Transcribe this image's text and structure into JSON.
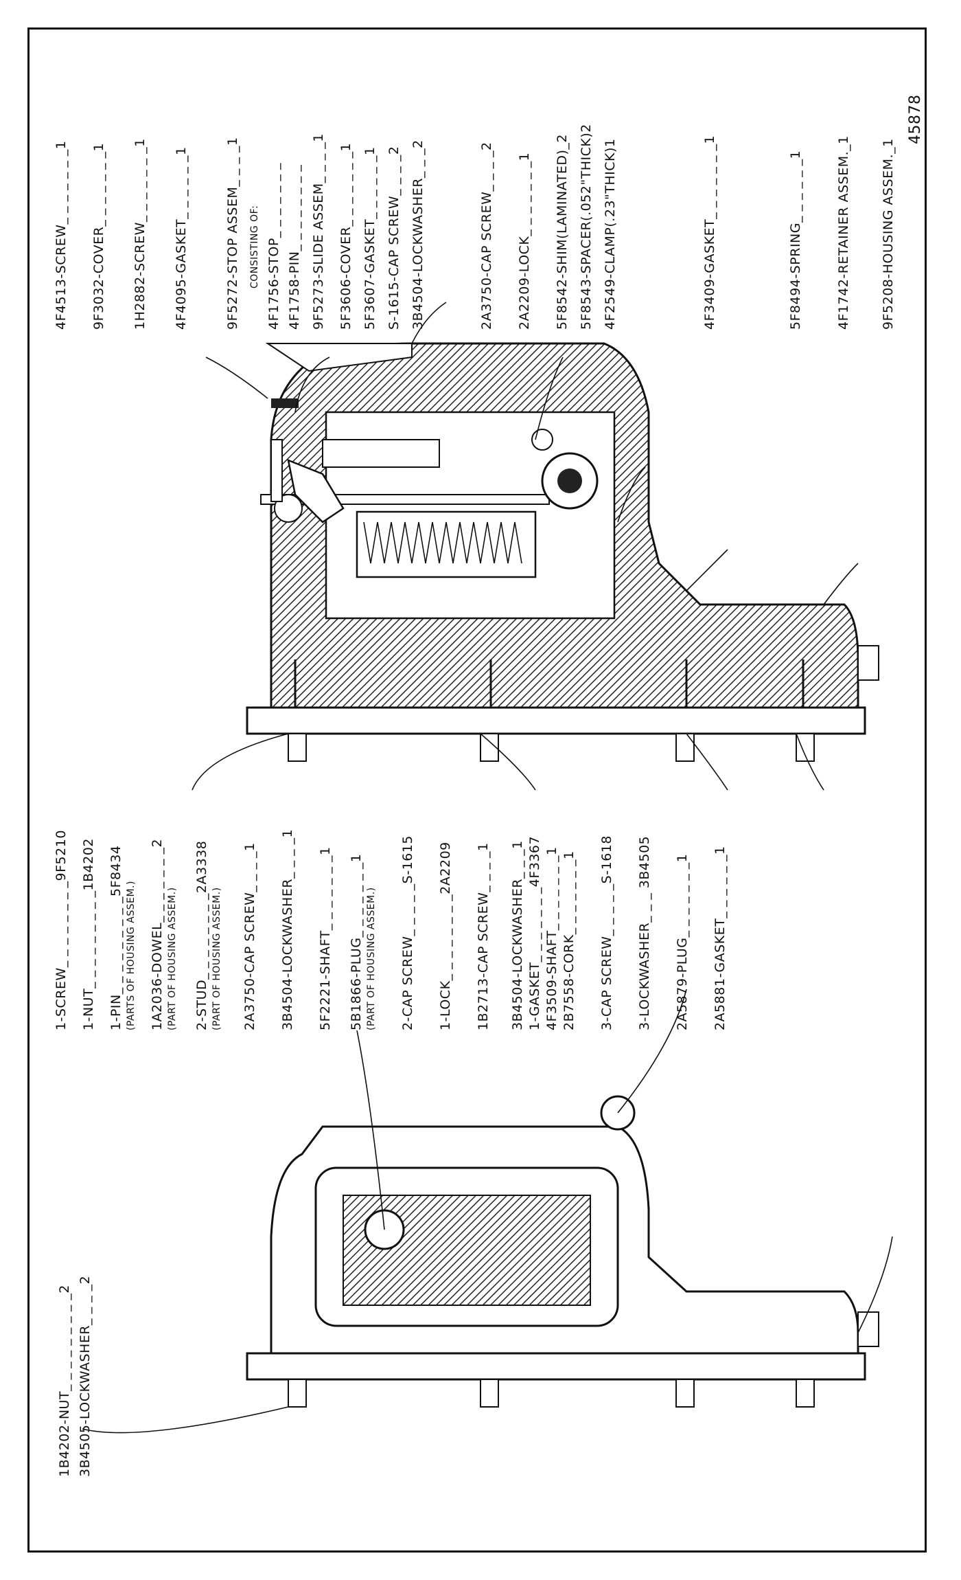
{
  "figure_number": "45878",
  "top_right_labels": [
    "4F4513-SCREW_ _ _ _ _ _ _1",
    "9F3032-COVER_ _ _ _ _ _ _1",
    "1H2882-SCREW_ _ _ _ _ _ _1",
    "4F4095-GASKET_ _ _ _ _ _1",
    "9F5272-STOP ASSEM_ _ _ _1",
    "CONSISTING OF:",
    "4F1756-STOP_ _ _ _ _ _ _",
    "4F1758-PIN_ _ _ _ _ _ _ _",
    "9F5273-SLIDE ASSEM_ _ _ _1",
    "5F3606-COVER_ _ _ _ _ _ _1",
    "5F3607-GASKET_ _ _ _ _ _1",
    "S-1615-CAP SCREW_ _ _ _2",
    "3B4504-LOCKWASHER_ _ _2"
  ],
  "mid_right_labels": [
    "2A3750-CAP SCREW_ _ _ _2",
    "2A2209-LOCK_ _ _ _ _ _ _1",
    "5F8542-SHIM(LAMINATED)_2",
    "5F8543-SPACER(.052\"THICK)2",
    "4F2549-CLAMP(.23\"THICK)1"
  ],
  "lower_right_labels": [
    "4F3409-GASKET_ _ _ _ _ _ _1",
    "5F8494-SPRING_ _ _ _ _ _1",
    "4F1742-RETAINER ASSEM._1",
    "9F5208-HOUSING ASSEM._1"
  ],
  "center_labels": [
    {
      "text": "1-SCREW_ _ _ _ _ _ _ _9F5210"
    },
    {
      "text": "1-NUT_ _ _ _ _ _ _ _ _1B4202"
    },
    {
      "text": "1-PIN_ _ _ _ _ _ _ _ _5F8434",
      "note": "(PARTS OF HOUSING ASSEM.)"
    },
    {
      "text": "1A2036-DOWEL_ _ _ _ _ _ _2",
      "note": "(PART OF HOUSING ASSEM.)"
    },
    {
      "text": "2-STUD_ _ _ _ _ _ _ _2A3338",
      "note": "(PART OF HOUSING ASSEM.)"
    },
    {
      "text": "2A3750-CAP SCREW_ _ _ _1"
    },
    {
      "text": "3B4504-LOCKWASHER_ _ _ _1"
    },
    {
      "text": "5F2221-SHAFT_ _ _ _ _ _ _1"
    },
    {
      "text": "5B1866-PLUG_ _ _ _ _ _ _1",
      "note": "(PART OF HOUSING ASSEM.)"
    },
    {
      "text": "2-CAP SCREW_ _ _ _ _S-1615"
    },
    {
      "text": "1-LOCK_ _ _ _ _ _ _ _2A2209"
    },
    {
      "text": "1B2713-CAP SCREW_ _ _ _1"
    },
    {
      "text": "3B4504-LOCKWASHER_ _ _1"
    },
    {
      "text": "1-GASKET_ _ _ _ _ _ _4F3367"
    },
    {
      "text": "4F3509-SHAFT_ _ _ _ _ _ _1"
    },
    {
      "text": "2B7558-CORK_ _ _ _ _ _ _1"
    },
    {
      "text": "3-CAP SCREW_ _ _ _ _S-1618"
    },
    {
      "text": "3-LOCKWASHER_ _ _ 3B4505"
    },
    {
      "text": "2A5879-PLUG_ _ _ _ _ _ _1"
    },
    {
      "text": "2A5881-GASKET_ _ _ _ _ _1"
    }
  ],
  "left_labels": [
    "1B4202-NUT_ _ _ _ _ _ _ _ _2",
    "3B4505-LOCKWASHER_ _ _ _2"
  ]
}
